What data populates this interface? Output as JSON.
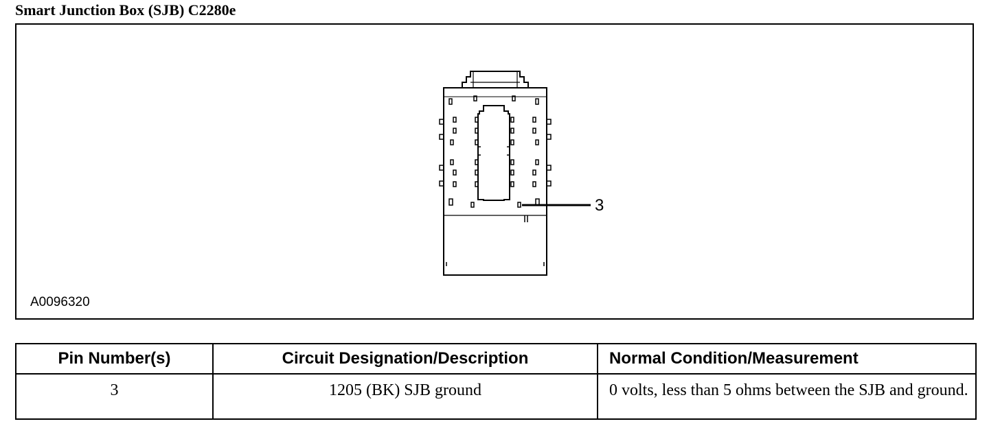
{
  "title": "Smart Junction Box (SJB) C2280e",
  "figure": {
    "id": "A0096320",
    "callout": "3"
  },
  "table": {
    "headers": [
      "Pin Number(s)",
      "Circuit Designation/Description",
      "Normal Condition/Measurement"
    ],
    "rows": [
      [
        "3",
        "1205 (BK) SJB ground",
        "0 volts, less than 5 ohms between the SJB and ground."
      ]
    ]
  }
}
